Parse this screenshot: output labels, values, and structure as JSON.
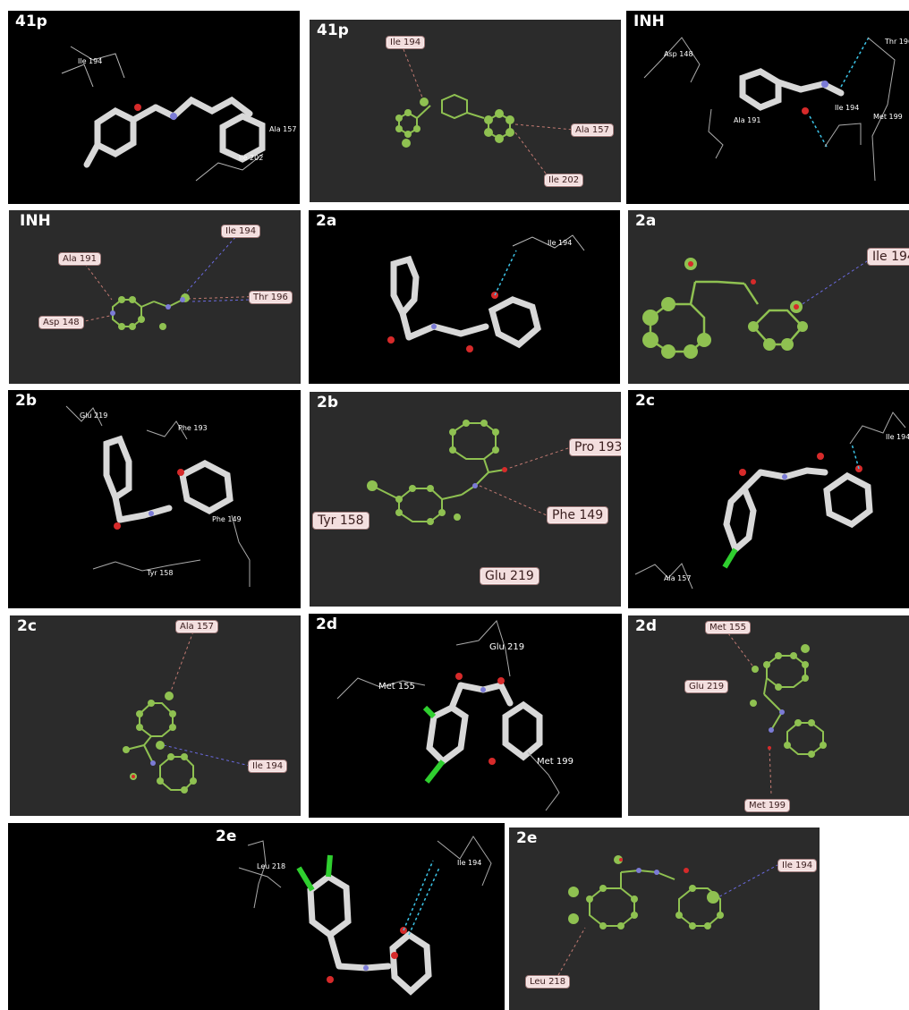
{
  "panels": {
    "p41p_3d": {
      "label": "41p",
      "residues": [
        "Ile 194",
        "Ala 157",
        "Ile 202"
      ]
    },
    "p41p_2d": {
      "label": "41p",
      "residues": [
        "Ile 194",
        "Ala 157",
        "Ile 202"
      ]
    },
    "pinh_3d": {
      "label": "INH",
      "residues": [
        "Asp 148",
        "Ala 191",
        "Ile 194",
        "Thr 196",
        "Met 199"
      ]
    },
    "pinh_2d": {
      "label": "INH",
      "residues": [
        "Ala 191",
        "Ile 194",
        "Thr 196",
        "Asp 148"
      ]
    },
    "p2a_3d": {
      "label": "2a",
      "residues": [
        "Ile 194"
      ]
    },
    "p2a_2d": {
      "label": "2a",
      "residues": [
        "Ile 194"
      ]
    },
    "p2b_3d": {
      "label": "2b",
      "residues": [
        "Glu 219",
        "Phe 193",
        "Phe 149",
        "Tyr 158"
      ]
    },
    "p2b_2d": {
      "label": "2b",
      "residues": [
        "Pro 193",
        "Phe 149",
        "Tyr 158",
        "Glu 219"
      ]
    },
    "p2c_3d": {
      "label": "2c",
      "residues": [
        "Ile 194",
        "Ala 157"
      ]
    },
    "p2c_2d": {
      "label": "2c",
      "residues": [
        "Ala 157",
        "Ile 194"
      ]
    },
    "p2d_3d": {
      "label": "2d",
      "residues": [
        "Glu 219",
        "Met 155",
        "Met 199"
      ]
    },
    "p2d_2d": {
      "label": "2d",
      "residues": [
        "Met 155",
        "Glu 219",
        "Met 199"
      ]
    },
    "p2e_3d": {
      "label": "2e",
      "residues": [
        "Leu 218",
        "Ile 194"
      ]
    },
    "p2e_2d": {
      "label": "2e",
      "residues": [
        "Ile 194",
        "Leu 218"
      ]
    }
  },
  "colors": {
    "background_3d": "#000000",
    "background_2d": "#2b2b2b",
    "ligand_atom": "#8fc151",
    "carbon_stick": "#d8d8d8",
    "oxygen": "#d62a2a",
    "nitrogen": "#7b7bd6",
    "chlorine": "#2fcf2f",
    "hbond": "#3cc4e8",
    "hydrophobic_contact": "#c27a72",
    "pi_contact": "#6a6ae0"
  }
}
